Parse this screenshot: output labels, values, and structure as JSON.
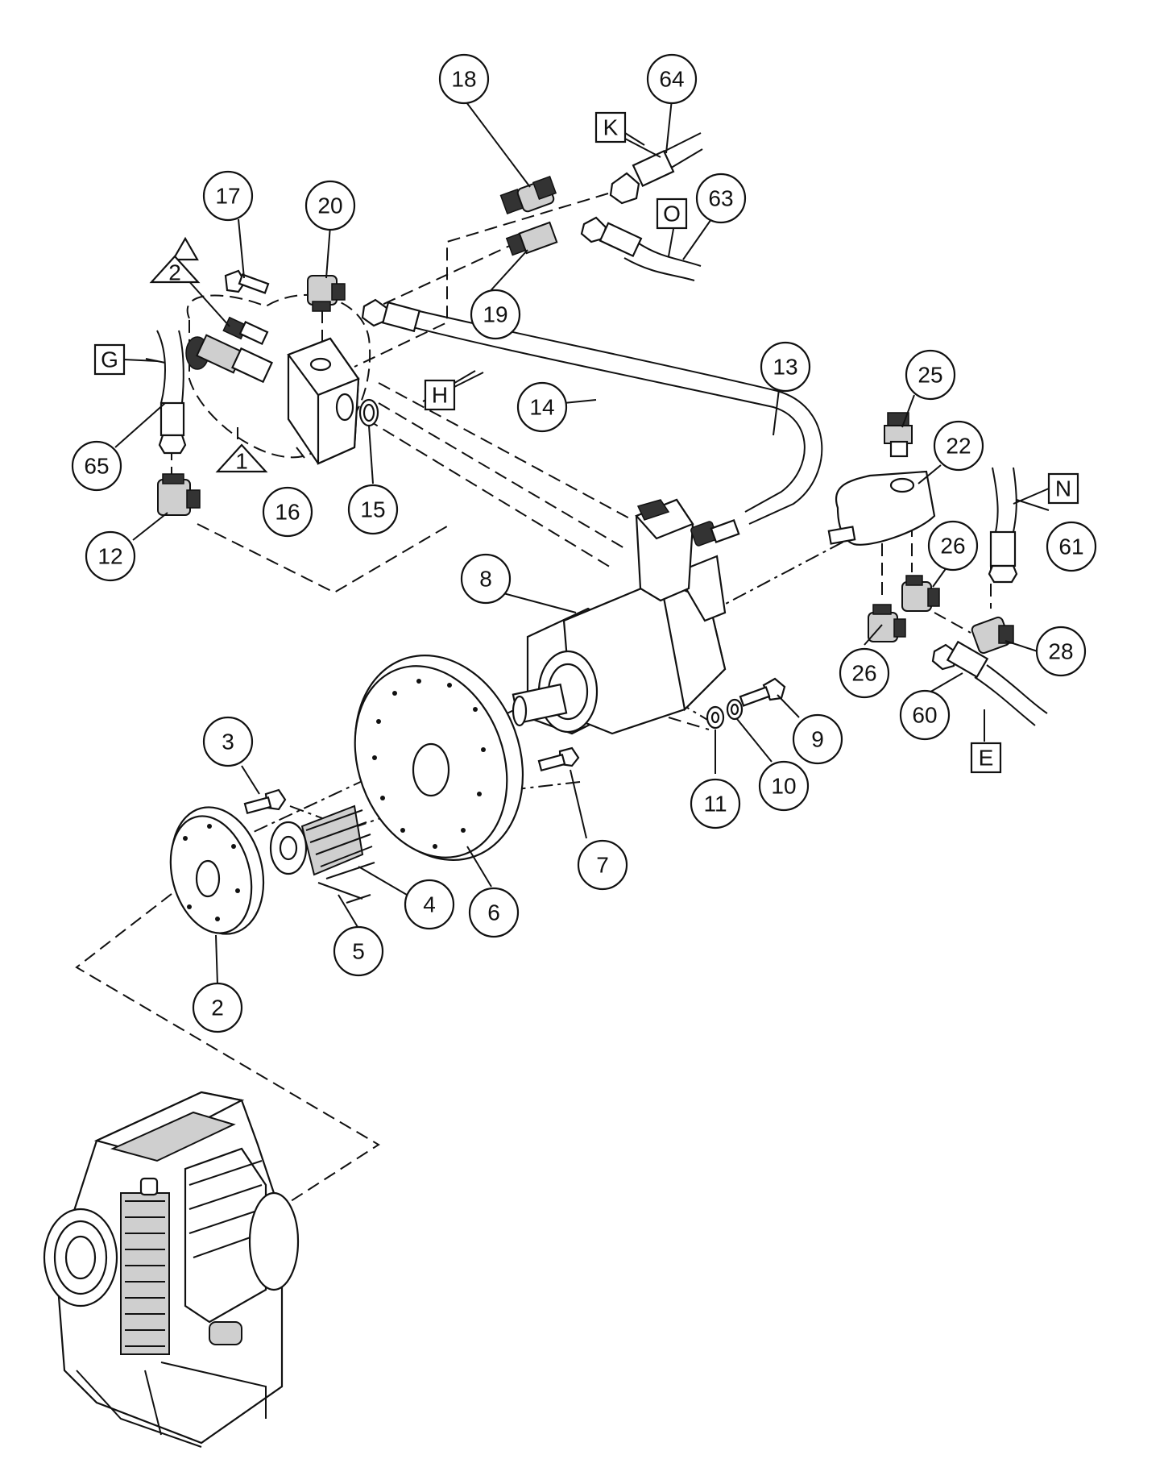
{
  "callouts": {
    "c18": "18",
    "c64": "64",
    "c17": "17",
    "c20": "20",
    "c63": "63",
    "c19": "19",
    "c13": "13",
    "c14": "14",
    "c25": "25",
    "c22": "22",
    "c65": "65",
    "c16": "16",
    "c15": "15",
    "c12": "12",
    "c26a": "26",
    "c26b": "26",
    "c61": "61",
    "c28": "28",
    "c8": "8",
    "c60": "60",
    "c9": "9",
    "c3": "3",
    "c10": "10",
    "c11": "11",
    "c7": "7",
    "c4": "4",
    "c6": "6",
    "c5": "5",
    "c2": "2"
  },
  "box_tags": {
    "K": "K",
    "O": "O",
    "G": "G",
    "H": "H",
    "N": "N",
    "E": "E"
  },
  "triangle_tags": {
    "t1": "1",
    "t2": "2"
  }
}
